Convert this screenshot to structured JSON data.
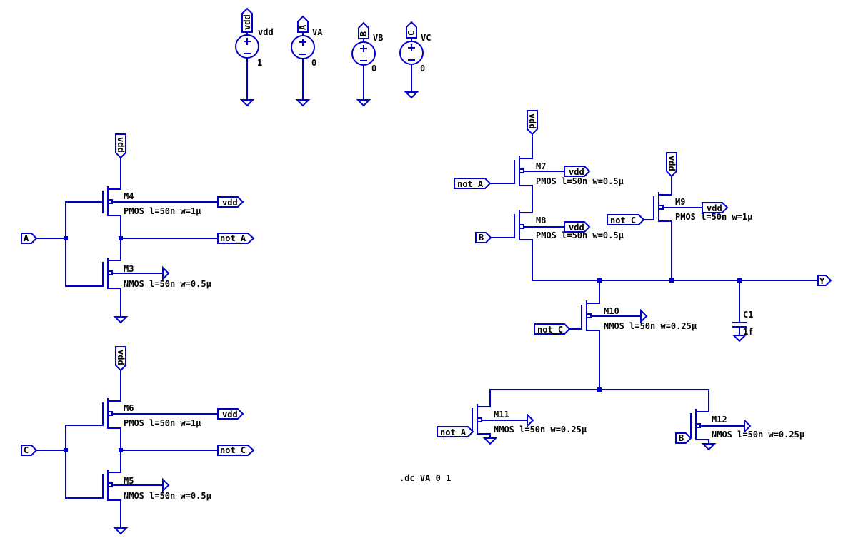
{
  "sources": [
    {
      "id": "vdd-source",
      "pin": "vdd",
      "label": "vdd",
      "value": "1"
    },
    {
      "id": "va-source",
      "pin": "A",
      "label": "VA",
      "value": "0"
    },
    {
      "id": "vb-source",
      "pin": "B",
      "label": "VB",
      "value": "0"
    },
    {
      "id": "vc-source",
      "pin": "C",
      "label": "VC",
      "value": "0"
    }
  ],
  "transistors": [
    {
      "id": "m4",
      "name": "M4",
      "model": "PMOS l=50n w=1µ"
    },
    {
      "id": "m3",
      "name": "M3",
      "model": "NMOS l=50n w=0.5µ"
    },
    {
      "id": "m6",
      "name": "M6",
      "model": "PMOS l=50n w=1µ"
    },
    {
      "id": "m5",
      "name": "M5",
      "model": "NMOS l=50n w=0.5µ"
    },
    {
      "id": "m7",
      "name": "M7",
      "model": "PMOS l=50n w=0.5µ"
    },
    {
      "id": "m8",
      "name": "M8",
      "model": "PMOS l=50n w=0.5µ"
    },
    {
      "id": "m9",
      "name": "M9",
      "model": "PMOS l=50n w=1µ"
    },
    {
      "id": "m10",
      "name": "M10",
      "model": "NMOS l=50n w=0.25µ"
    },
    {
      "id": "m11",
      "name": "M11",
      "model": "NMOS l=50n w=0.25µ"
    },
    {
      "id": "m12",
      "name": "M12",
      "model": "NMOS l=50n w=0.25µ"
    }
  ],
  "capacitor": {
    "name": "C1",
    "value": "1f"
  },
  "nets": {
    "vdd": "vdd",
    "a": "A",
    "b": "B",
    "c": "C",
    "not_a": "not_A",
    "not_c": "not_C",
    "y": "Y"
  },
  "directive": ".dc VA 0 1",
  "colors": {
    "wire": "#0000cd",
    "junction": "#0000cd",
    "text": "#000000",
    "background": "#ffffff"
  }
}
